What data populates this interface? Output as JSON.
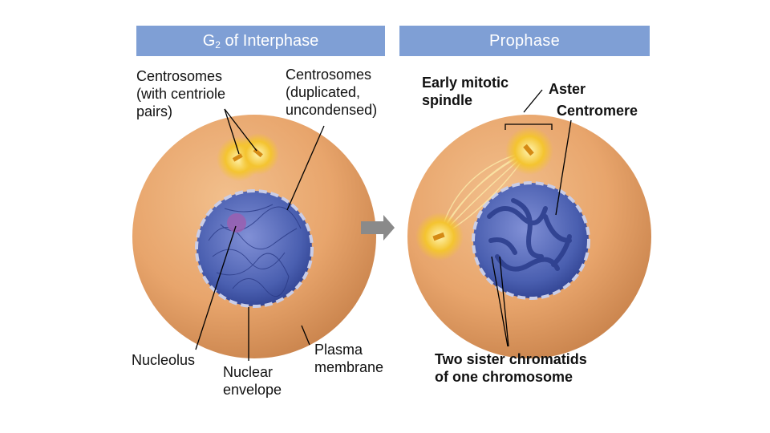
{
  "headers": {
    "left": {
      "main": "G",
      "sub": "2",
      "rest": " of Interphase"
    },
    "right": "Prophase"
  },
  "labels": {
    "centrosomes_centriole": "Centrosomes\n(with centriole\npairs)",
    "centrosomes_duplicated": "Centrosomes\n(duplicated,\nuncondensed)",
    "nucleolus": "Nucleolus",
    "nuclear_envelope": "Nuclear\nenvelope",
    "plasma_membrane": "Plasma\nmembrane",
    "early_mitotic_spindle": "Early mitotic\nspindle",
    "aster": "Aster",
    "centromere": "Centromere",
    "sister_chromatids": "Two sister chromatids\nof one chromosome"
  },
  "colors": {
    "header_bg": "#7f9fd5",
    "cell_fill": "#e8a56c",
    "nucleus_fill": "#4a5fb0",
    "centrosome": "#f4c430",
    "arrow": "#8a8a8a"
  }
}
